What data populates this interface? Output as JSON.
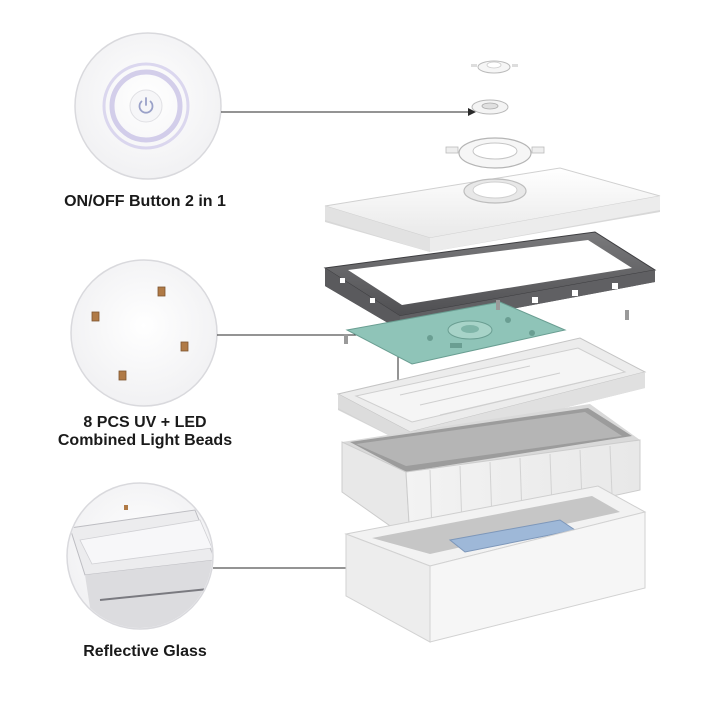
{
  "callouts": [
    {
      "label": "ON/OFF Button 2 in 1",
      "icon": "power-icon"
    },
    {
      "label_line1": "8 PCS UV + LED",
      "label_line2": "Combined Light Beads",
      "icon": "led-bead-icon"
    },
    {
      "label": "Reflective Glass",
      "icon": "reflective-glass-icon"
    }
  ],
  "colors": {
    "lid": "#f4f4f4",
    "frame": "#6e6e70",
    "circuit_board": "#8fc4b8",
    "tray": "#e6e6e6",
    "box": "#f7f7f7",
    "glass": "#9eb8d8",
    "power_ring": "#c8c2e6",
    "led_bead": "#b07a46",
    "leader_line": "#2a2a2a"
  }
}
